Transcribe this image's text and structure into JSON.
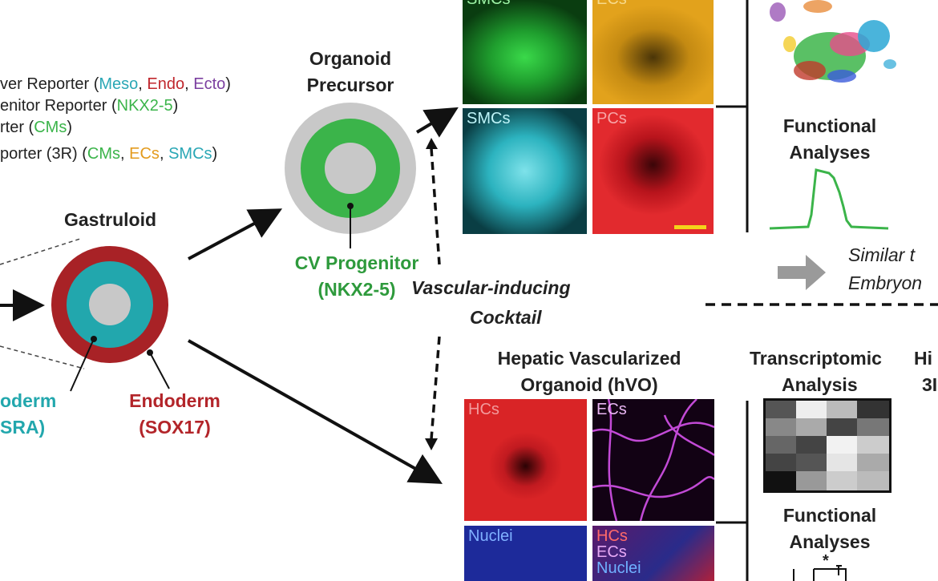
{
  "legend": {
    "line1": {
      "prefix": "ver Reporter (",
      "meso": "Meso",
      "sep1": ", ",
      "endo": "Endo",
      "sep2": ", ",
      "ecto": "Ecto",
      "suffix": ")"
    },
    "line2": {
      "prefix": "enitor Reporter (",
      "nkx": "NKX2-5",
      "suffix": ")"
    },
    "line3": {
      "prefix": "rter (",
      "cms": "CMs",
      "suffix": ")"
    },
    "line4": {
      "prefix": "porter (3R) (",
      "cms": "CMs",
      "sep1": ", ",
      "ecs": "ECs",
      "sep2": ", ",
      "smcs": "SMCs",
      "suffix": ")"
    }
  },
  "gastruloid": {
    "title": "Gastruloid",
    "mesoderm_line1": "oderm",
    "mesoderm_line2": "SRA)",
    "endoderm_line1": "Endoderm",
    "endoderm_line2": "(SOX17)"
  },
  "precursor": {
    "title_line1": "Organoid",
    "title_line2": "Precursor",
    "progenitor_line1": "CV Progenitor",
    "progenitor_line2": "(NKX2-5)"
  },
  "cocktail": {
    "line1": "Vascular-inducing",
    "line2": "Cocktail"
  },
  "top_panels": {
    "tl": "SMCs",
    "tr": "ECs",
    "bl": "SMCs",
    "br": "PCs"
  },
  "right_top": {
    "functional_line1": "Functional",
    "functional_line2": "Analyses",
    "similar_line1": "Similar t",
    "similar_line2": "Embryon"
  },
  "hvo": {
    "title_line1": "Hepatic Vascularized",
    "title_line2": "Organoid (hVO)",
    "panels": {
      "tl": "HCs",
      "tr": "ECs",
      "bl": "Nuclei",
      "br1": "HCs",
      "br2": "ECs",
      "br3": "Nuclei"
    }
  },
  "right_bottom": {
    "transcriptomic_line1": "Transcriptomic",
    "transcriptomic_line2": "Analysis",
    "hi_line1": "Hi",
    "hi_line2": "3I",
    "functional_line1": "Functional",
    "functional_line2": "Analyses",
    "asterisk": "*"
  },
  "colors": {
    "green": "#3bb44a",
    "red": "#c0272d",
    "purple": "#7b3fa0",
    "orange": "#e39b1e",
    "cyan": "#2aa7b5",
    "teal": "#22a7ad",
    "gray": "#c8c8c8",
    "dark_red": "#a82226"
  }
}
